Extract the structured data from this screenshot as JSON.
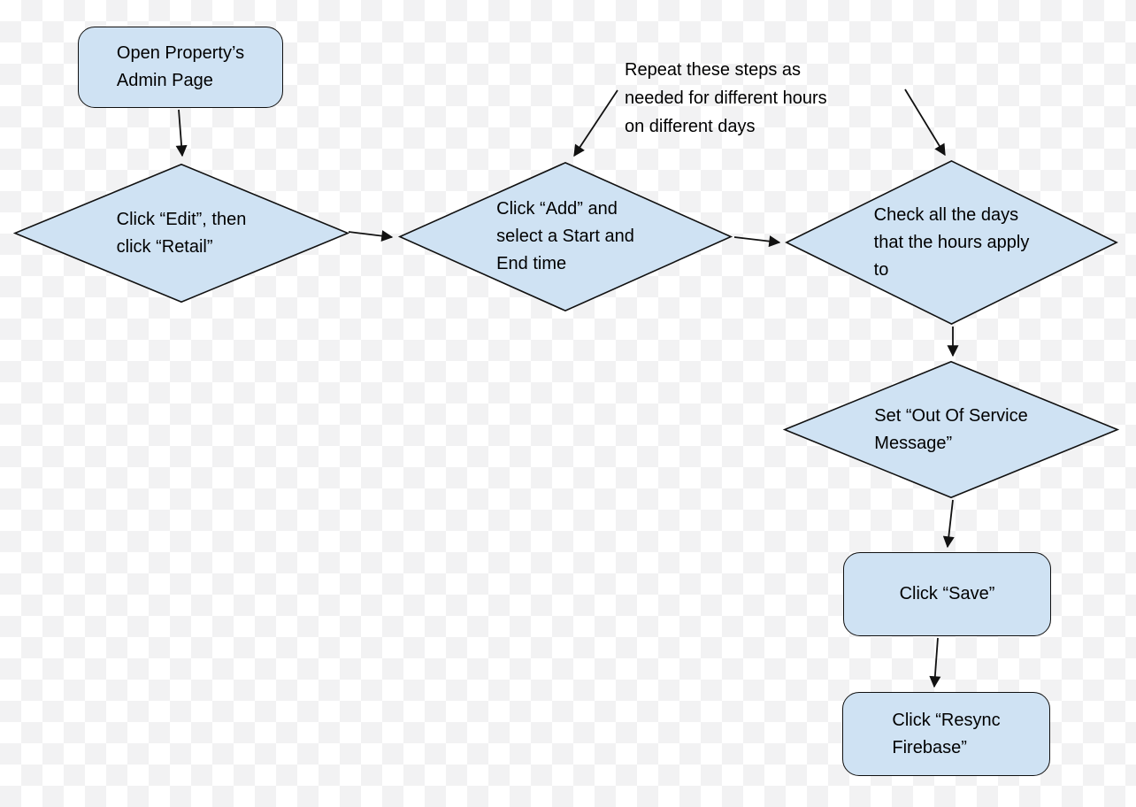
{
  "diagram": {
    "nodes": [
      {
        "id": "open-admin",
        "type": "rounded-rect",
        "label": "Open Property’s\nAdmin Page"
      },
      {
        "id": "edit-retail",
        "type": "diamond",
        "label": "Click “Edit”, then\nclick “Retail”"
      },
      {
        "id": "add-time",
        "type": "diamond",
        "label": "Click “Add” and\nselect a Start and\nEnd time"
      },
      {
        "id": "check-days",
        "type": "diamond",
        "label": "Check all the days\nthat the hours apply\nto"
      },
      {
        "id": "oos-message",
        "type": "diamond",
        "label": "Set “Out Of Service\nMessage”"
      },
      {
        "id": "click-save",
        "type": "rounded-rect",
        "label": "Click “Save”"
      },
      {
        "id": "click-resync",
        "type": "rounded-rect",
        "label": "Click “Resync\nFirebase”"
      }
    ],
    "annotation": {
      "text": "Repeat these steps as\nneeded for different hours\non different days"
    },
    "colors": {
      "node_fill": "#cfe2f3",
      "node_border": "#111111",
      "text": "#000000",
      "connector": "#111111",
      "checker": "#f2f2f3"
    }
  }
}
